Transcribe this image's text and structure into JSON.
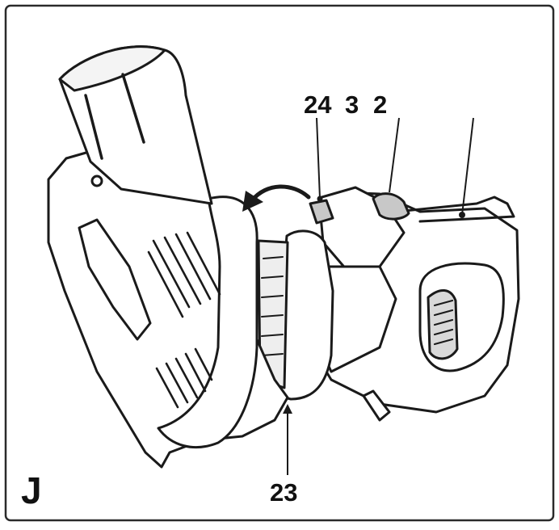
{
  "figure": {
    "panel_letter": "J",
    "callouts": {
      "c24": "24",
      "c3": "3",
      "c2": "2",
      "c23": "23"
    },
    "colors": {
      "line": "#1a1a1a",
      "frame": "#2a2a2a",
      "fill": "#ffffff",
      "shade": "#cfcfcf"
    },
    "icons": [
      "curved-rotation-arrow-icon"
    ]
  }
}
